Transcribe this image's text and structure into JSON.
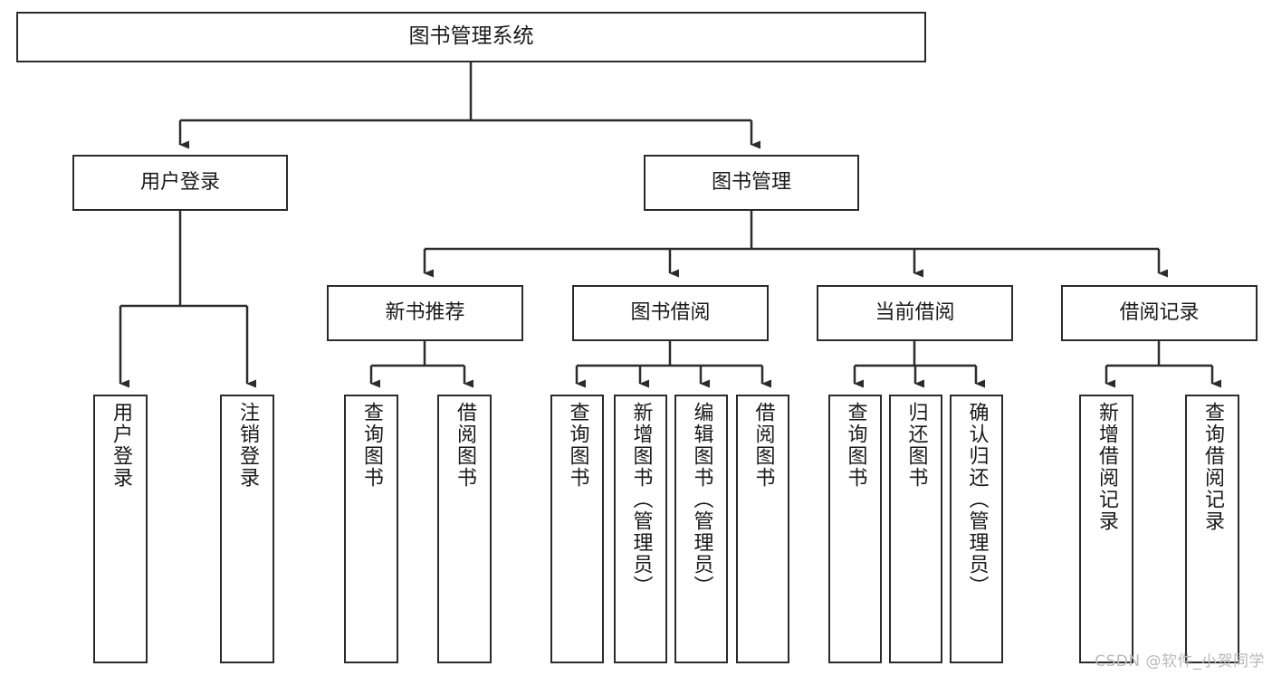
{
  "diagram": {
    "title": "图书管理系统",
    "watermark": "CSDN @软件_小贺同学",
    "nodes": {
      "root": {
        "label": "图书管理系统"
      },
      "level2": [
        {
          "id": "user-login",
          "label": "用户登录"
        },
        {
          "id": "book-manage",
          "label": "图书管理"
        }
      ],
      "level3": [
        {
          "id": "new-book-recommend",
          "label": "新书推荐"
        },
        {
          "id": "book-borrow",
          "label": "图书借阅"
        },
        {
          "id": "current-borrow",
          "label": "当前借阅"
        },
        {
          "id": "borrow-record",
          "label": "借阅记录"
        }
      ],
      "leaves": [
        {
          "id": "leaf-user-login",
          "label": "用户登录"
        },
        {
          "id": "leaf-logout-login",
          "label": "注销登录"
        },
        {
          "id": "leaf-query-book-1",
          "label": "查询图书"
        },
        {
          "id": "leaf-borrow-book-1",
          "label": "借阅图书"
        },
        {
          "id": "leaf-query-book-2",
          "label": "查询图书"
        },
        {
          "id": "leaf-add-book",
          "label": "新增图书（管理员）"
        },
        {
          "id": "leaf-edit-book",
          "label": "编辑图书（管理员）"
        },
        {
          "id": "leaf-borrow-book-2",
          "label": "借阅图书"
        },
        {
          "id": "leaf-query-book-3",
          "label": "查询图书"
        },
        {
          "id": "leaf-return-book",
          "label": "归还图书"
        },
        {
          "id": "leaf-confirm-return",
          "label": "确认归还（管理员）"
        },
        {
          "id": "leaf-add-record",
          "label": "新增借阅记录"
        },
        {
          "id": "leaf-query-record",
          "label": "查询借阅记录"
        }
      ]
    },
    "colors": {
      "border": "#2b2b2b",
      "text": "#1a1a1a",
      "background": "#ffffff",
      "watermark": "#b9b9b9"
    }
  }
}
